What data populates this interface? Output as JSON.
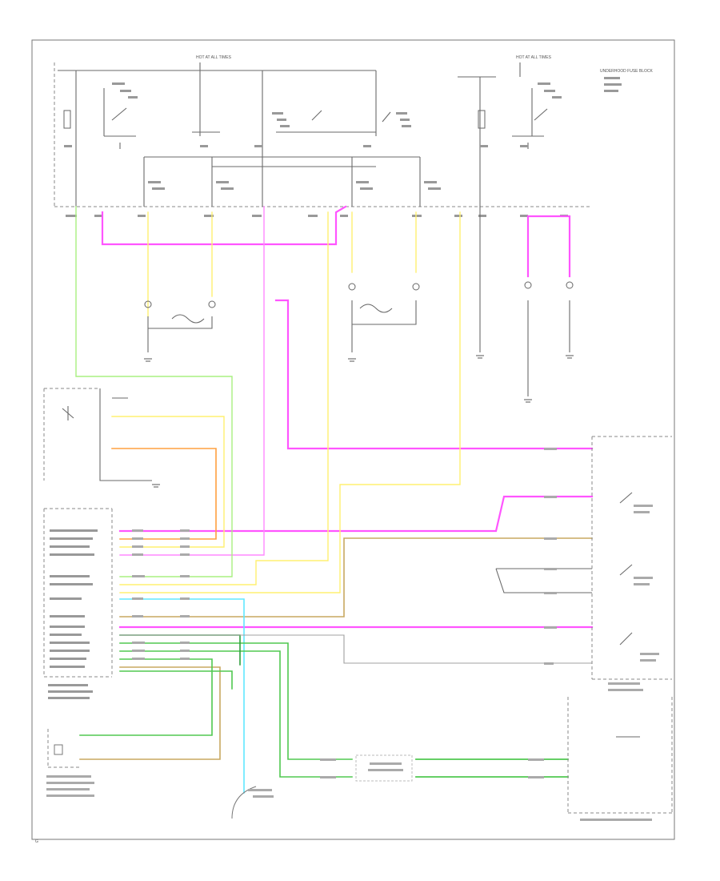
{
  "diagram": {
    "top_labels": {
      "hot_left": "HOT AT ALL TIMES",
      "hot_right": "HOT AT ALL TIMES",
      "underhood": "UNDERHOOD FUSE BLOCK"
    },
    "bottom_left_code": "G"
  },
  "colors": {
    "pink": "#ff55ff",
    "light_green": "#a8f080",
    "yellow": "#fff070",
    "orange": "#ffa040",
    "tan": "#c8a860",
    "green": "#50c850",
    "dark_green": "#2e9e3e",
    "cyan": "#60e8ff",
    "gray": "#888888"
  }
}
